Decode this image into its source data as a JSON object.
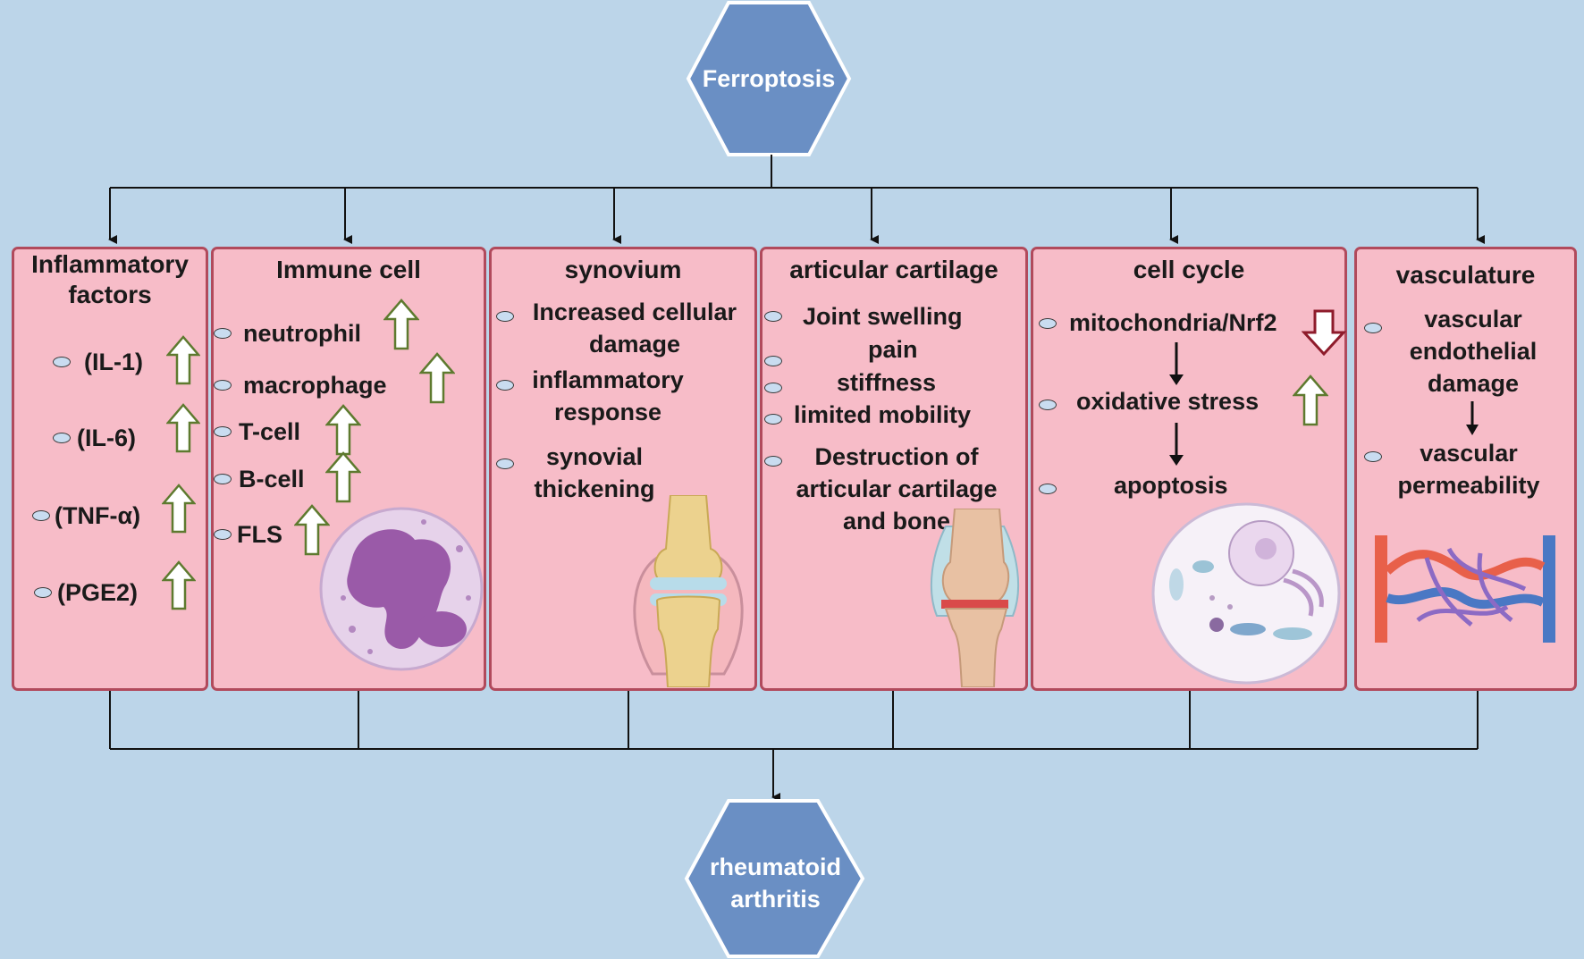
{
  "top_node": {
    "label": "Ferroptosis"
  },
  "bottom_node": {
    "label_line1": "rheumatoid",
    "label_line2": "arthritis"
  },
  "panels": {
    "inflammatory": {
      "title_line1": "Inflammatory",
      "title_line2": "factors",
      "items": [
        "(IL-1)",
        "(IL-6)",
        "(TNF-α)",
        "(PGE2)"
      ]
    },
    "immune": {
      "title": "Immune cell",
      "items": [
        "neutrophil",
        "macrophage",
        "T-cell",
        "B-cell",
        "FLS"
      ]
    },
    "synovium": {
      "title": "synovium",
      "items": [
        {
          "line1": "Increased cellular",
          "line2": "damage"
        },
        {
          "line1": "inflammatory",
          "line2": "response"
        },
        {
          "line1": "synovial",
          "line2": "thickening"
        }
      ]
    },
    "cartilage": {
      "title": "articular cartilage",
      "items": [
        "Joint swelling",
        "pain",
        "stiffness",
        "limited mobility"
      ],
      "last_item": {
        "line1": "Destruction of",
        "line2": "articular cartilage",
        "line3": "and bone"
      }
    },
    "cell_cycle": {
      "title": "cell cycle",
      "items": [
        "mitochondria/Nrf2",
        "oxidative stress",
        "apoptosis"
      ]
    },
    "vasculature": {
      "title": "vasculature",
      "items": [
        {
          "line1": "vascular",
          "line2": "endothelial",
          "line3": "damage"
        },
        {
          "line1": "vascular",
          "line2": "permeability"
        }
      ]
    }
  },
  "colors": {
    "background": "#bcd5e9",
    "panel_fill": "#f7bcc8",
    "panel_border": "#b14a5c",
    "hexagon": "#6a8fc4",
    "up_arrow_border": "#5e7a2f",
    "down_arrow_border": "#8e1b2b"
  },
  "icons": [
    "up-arrow-icon",
    "down-arrow-icon",
    "bullet-icon",
    "neutrophil-illustration",
    "joint-illustration",
    "knee-illustration",
    "cell-illustration",
    "blood-vessel-illustration"
  ]
}
